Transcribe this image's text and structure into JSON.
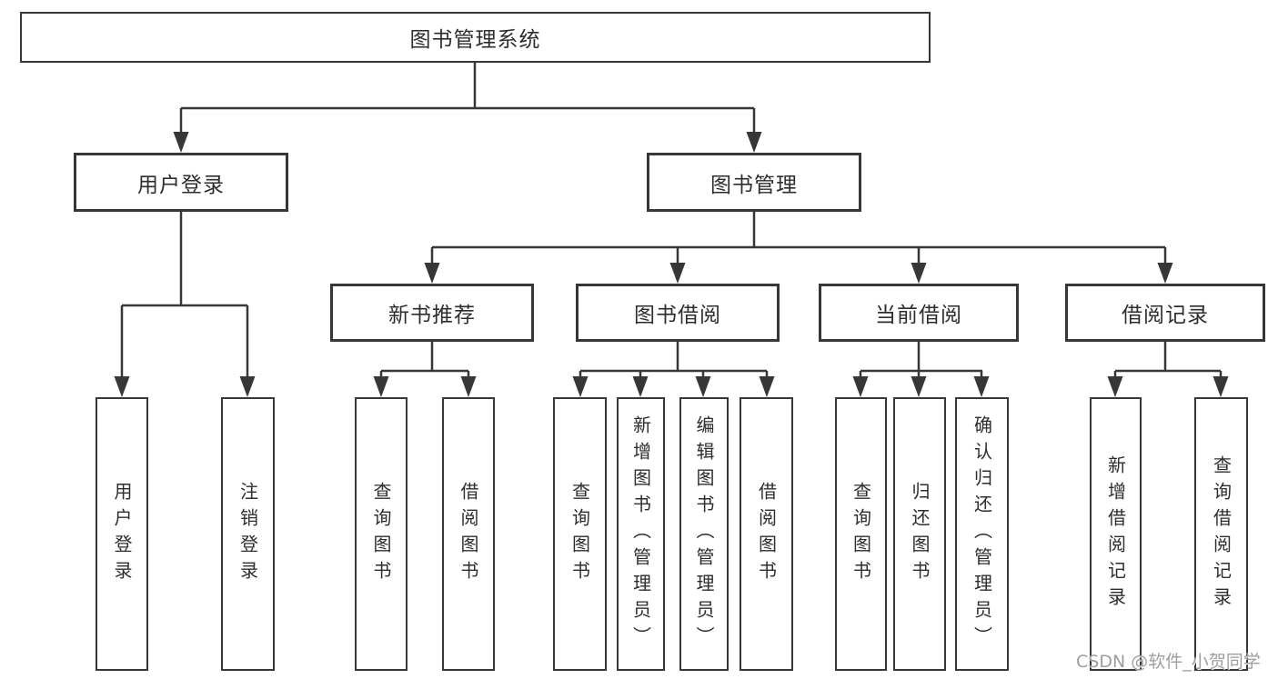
{
  "tree": {
    "root": {
      "label": "图书管理系统"
    },
    "branches": [
      {
        "label": "用户登录",
        "leaves": [
          "用户登录",
          "注销登录"
        ]
      },
      {
        "label": "图书管理",
        "groups": [
          {
            "label": "新书推荐",
            "leaves": [
              "查询图书",
              "借阅图书"
            ]
          },
          {
            "label": "图书借阅",
            "leaves": [
              "查询图书",
              "新增图书（管理员）",
              "编辑图书（管理员）",
              "借阅图书"
            ]
          },
          {
            "label": "当前借阅",
            "leaves": [
              "查询图书",
              "归还图书",
              "确认归还（管理员）"
            ]
          },
          {
            "label": "借阅记录",
            "leaves": [
              "新增借阅记录",
              "查询借阅记录"
            ]
          }
        ]
      }
    ]
  },
  "watermark": {
    "text": "CSDN @软件_小贺同学"
  },
  "colors": {
    "line": "#373737",
    "text": "#2d2d2d",
    "background": "#ffffff",
    "watermark": "#9e9e9e"
  }
}
